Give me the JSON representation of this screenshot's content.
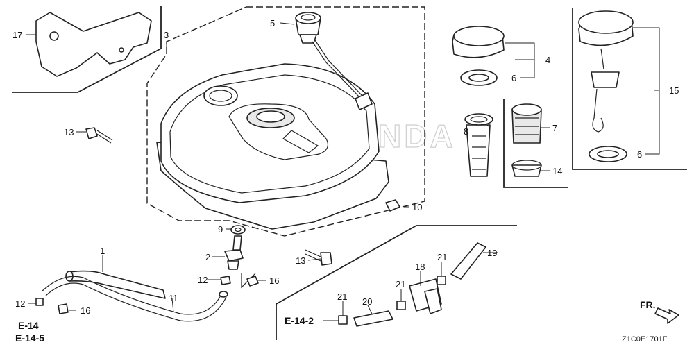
{
  "callouts": {
    "c1": "1",
    "c2": "2",
    "c3": "3",
    "c4": "4",
    "c5": "5",
    "c6a": "6",
    "c6b": "6",
    "c7": "7",
    "c8": "8",
    "c9": "9",
    "c10": "10",
    "c11": "11",
    "c12a": "12",
    "c12b": "12",
    "c13a": "13",
    "c13b": "13",
    "c14": "14",
    "c15": "15",
    "c16a": "16",
    "c16b": "16",
    "c17": "17",
    "c18": "18",
    "c19": "19",
    "c20": "20",
    "c21a": "21",
    "c21b": "21",
    "c21c": "21"
  },
  "references": {
    "e14": "E-14",
    "e14_5": "E-14-5",
    "e14_2": "E-14-2",
    "front": "FR."
  },
  "diagram_code": "Z1C0E1701F",
  "watermark": "HONDA"
}
